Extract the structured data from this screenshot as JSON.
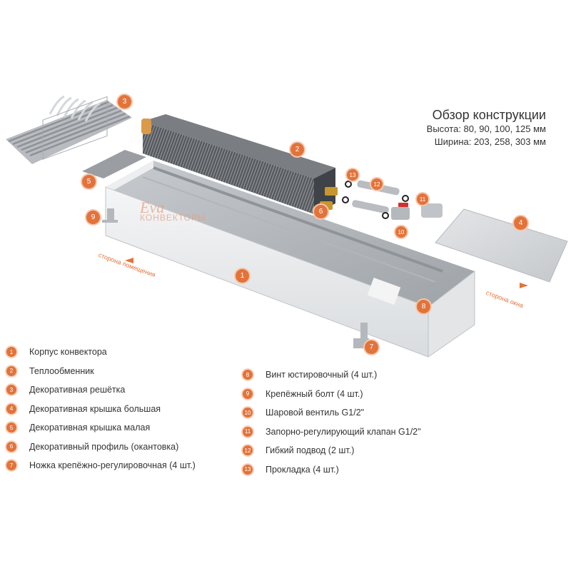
{
  "title": {
    "heading": "Обзор конструкции",
    "height_line": "Высота: 80, 90, 100, 125 мм",
    "width_line": "Ширина: 203, 258, 303 мм"
  },
  "watermark": {
    "line1": "Eva",
    "line2": "КОНВЕКТОРЫ"
  },
  "side_labels": {
    "room": "сторона помещения",
    "window": "сторона окна"
  },
  "callouts": [
    "1",
    "2",
    "3",
    "4",
    "5",
    "6",
    "7",
    "8",
    "9",
    "10",
    "11",
    "12",
    "13"
  ],
  "legend_left": [
    {
      "num": "1",
      "label": "Корпус конвектора"
    },
    {
      "num": "2",
      "label": "Теплообменник"
    },
    {
      "num": "3",
      "label": "Декоративная решётка"
    },
    {
      "num": "4",
      "label": "Декоративная крышка большая"
    },
    {
      "num": "5",
      "label": "Декоративная крышка малая"
    },
    {
      "num": "6",
      "label": "Декоративный профиль (окантовка)"
    },
    {
      "num": "7",
      "label": "Ножка крепёжно-регулировочная (4 шт.)"
    }
  ],
  "legend_right": [
    {
      "num": "8",
      "label": "Винт юстировочный (4 шт.)"
    },
    {
      "num": "9",
      "label": "Крепёжный болт (4 шт.)"
    },
    {
      "num": "10",
      "label": "Шаровой вентиль G1/2\""
    },
    {
      "num": "11",
      "label": "Запорно-регулирующий клапан G1/2\""
    },
    {
      "num": "12",
      "label": "Гибкий подвод (2 шт.)"
    },
    {
      "num": "13",
      "label": "Прокладка (4 шт.)"
    }
  ],
  "colors": {
    "accent": "#e2733a",
    "text": "#333333",
    "metal": "#c9cdd1"
  }
}
